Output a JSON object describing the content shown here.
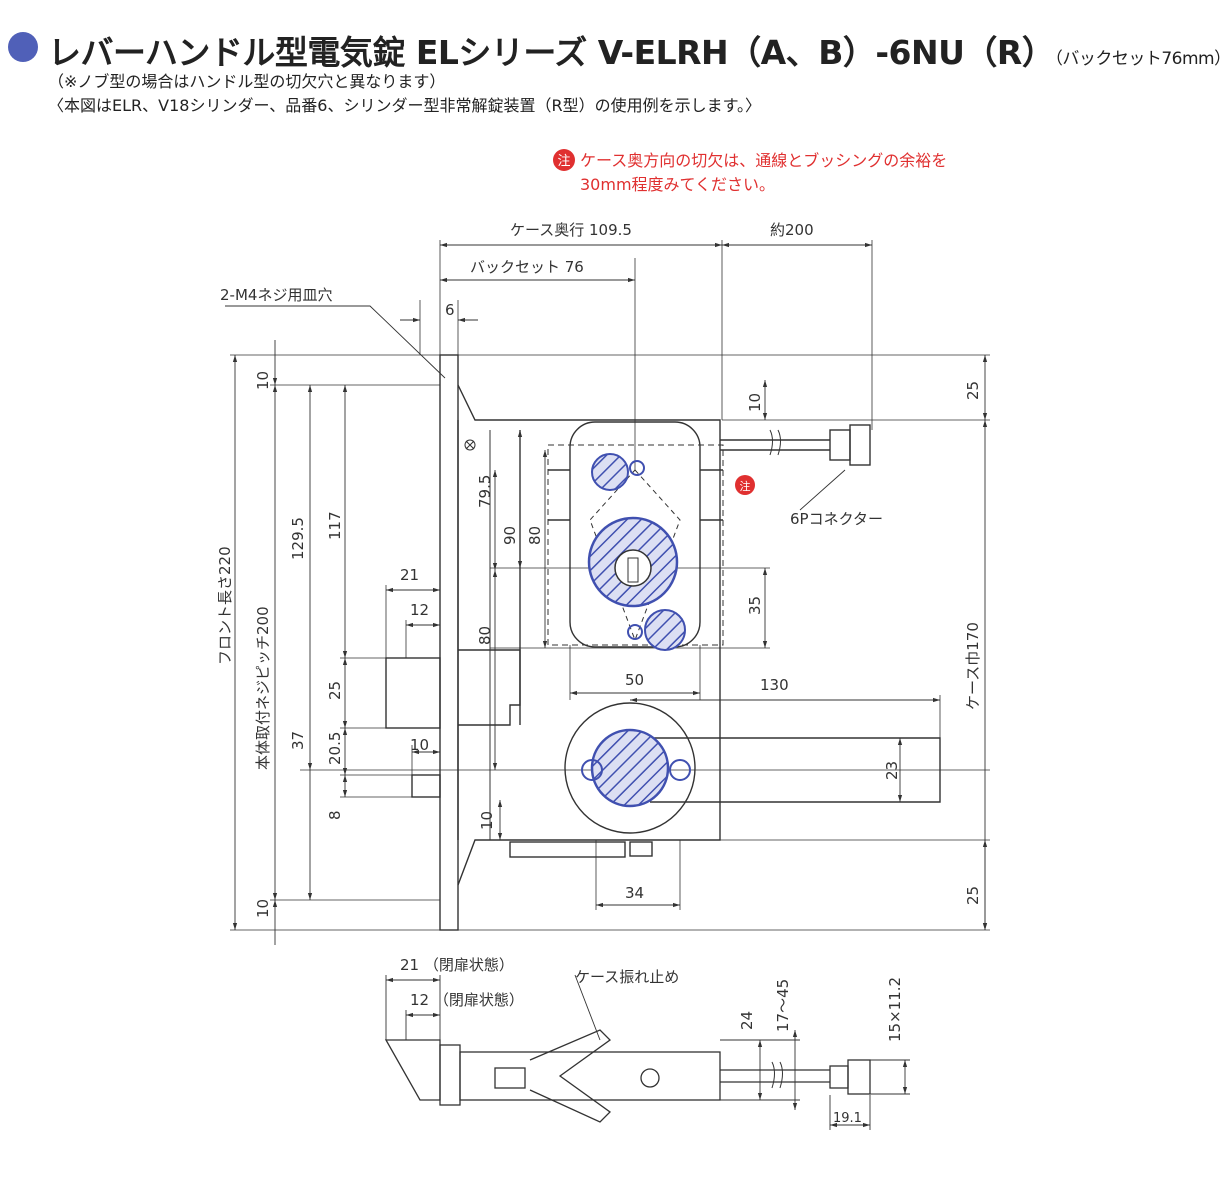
{
  "header": {
    "title": "レバーハンドル型電気錠 ELシリーズ V-ELRH（A、B）-6NU（R）",
    "title_note": "（バックセット76mm）",
    "note1": "（※ノブ型の場合はハンドル型の切欠穴と異なります）",
    "note2": "〈本図はELR、V18シリンダー、品番6、シリンダー型非常解錠装置（R型）の使用例を示します。〉"
  },
  "caution": {
    "mark": "注",
    "line1": "ケース奥方向の切欠は、通線とブッシングの余裕を",
    "line2": "30mm程度みてください。"
  },
  "labels": {
    "case_depth": "ケース奥行 109.5",
    "approx200": "約200",
    "backset": "バックセット 76",
    "screw_holes": "2-M4ネジ用皿穴",
    "connector": "6Pコネクター",
    "front_length": "フロント長さ220",
    "mount_pitch": "本体取付ネジピッチ200",
    "case_width": "ケース巾170",
    "swing_stop": "ケース振れ止め",
    "closed_21": "21 （閉扉状態）",
    "closed_12": "12 （閉扉状態）"
  },
  "dims": {
    "d6": "6",
    "d10": "10",
    "d25": "25",
    "d79_5": "79.5",
    "d90": "90",
    "d80": "80",
    "d129_5": "129.5",
    "d117": "117",
    "d21": "21",
    "d12": "12",
    "d35": "35",
    "d50": "50",
    "d130": "130",
    "d23": "23",
    "d37": "37",
    "d20_5": "20.5",
    "d8": "8",
    "d34": "34",
    "d24": "24",
    "d17_45": "17〜45",
    "d15x11_2": "15×11.2",
    "d19_1": "19.1"
  },
  "colors": {
    "accent": "#5060b8",
    "caution": "#e03030",
    "hatch": "#4050b0",
    "line": "#333333"
  }
}
